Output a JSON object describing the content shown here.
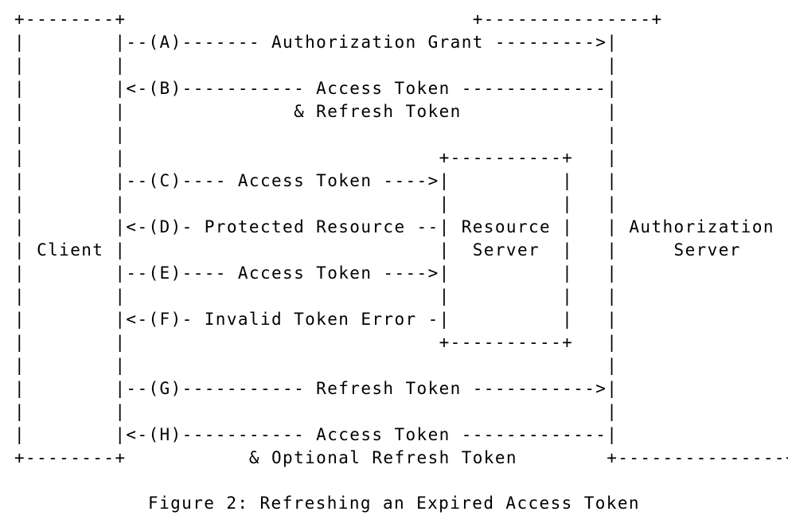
{
  "diagram": {
    "lines": [
      "+--------+                               +---------------+",
      "|        |--(A)------- Authorization Grant --------->|               |",
      "|        |                                           |               |",
      "|        |<-(B)----------- Access Token -------------|               |",
      "|        |               & Refresh Token             |               |",
      "|        |                                           |               |",
      "|        |                            +----------+   |               |",
      "|        |--(C)---- Access Token ---->|          |   |               |",
      "|        |                            |          |   |               |",
      "|        |<-(D)- Protected Resource --| Resource |   | Authorization |",
      "| Client |                            |  Server  |   |     Server    |",
      "|        |--(E)---- Access Token ---->|          |   |               |",
      "|        |                            |          |   |               |",
      "|        |<-(F)- Invalid Token Error -|          |   |               |",
      "|        |                            +----------+   |               |",
      "|        |                                           |               |",
      "|        |--(G)----------- Refresh Token ----------->|               |",
      "|        |                                           |               |",
      "|        |<-(H)----------- Access Token -------------|               |",
      "+--------+           & Optional Refresh Token        +---------------+"
    ]
  },
  "caption": "Figure 2: Refreshing an Expired Access Token"
}
